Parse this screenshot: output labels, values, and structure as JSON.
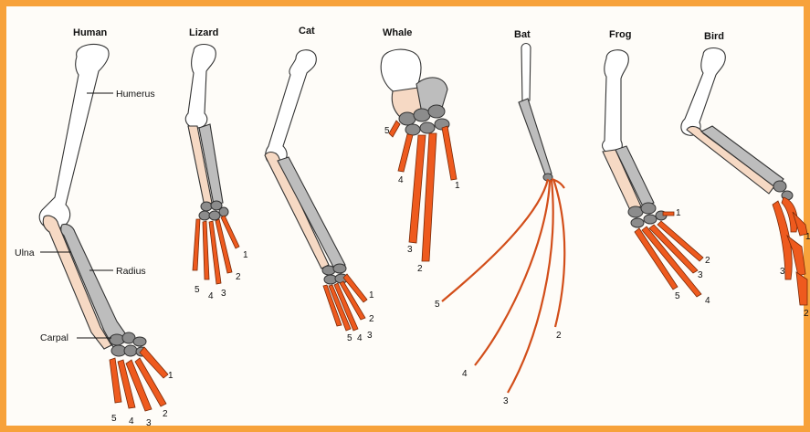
{
  "animals": [
    {
      "name": "Human"
    },
    {
      "name": "Lizard"
    },
    {
      "name": "Cat"
    },
    {
      "name": "Whale"
    },
    {
      "name": "Bat"
    },
    {
      "name": "Frog"
    },
    {
      "name": "Bird"
    }
  ],
  "bone_labels": {
    "humerus": "Humerus",
    "ulna": "Ulna",
    "radius": "Radius",
    "carpal": "Carpal"
  },
  "digits": {
    "human": [
      "1",
      "2",
      "3",
      "4",
      "5"
    ],
    "lizard": [
      "1",
      "2",
      "3",
      "4",
      "5"
    ],
    "cat": [
      "1",
      "2",
      "3",
      "4",
      "5"
    ],
    "whale": [
      "1",
      "2",
      "3",
      "4",
      "5"
    ],
    "bat": [
      "2",
      "3",
      "4",
      "5"
    ],
    "frog": [
      "1",
      "2",
      "3",
      "4",
      "5"
    ],
    "bird": [
      "1",
      "2",
      "3"
    ]
  },
  "colors": {
    "frame": "#f7a23b",
    "humerus": "#ffffff",
    "ulna": "#f6d9c4",
    "radius": "#bdbdbd",
    "carpals": "#8c8c8c",
    "phalanges": "#ee5a1e"
  }
}
